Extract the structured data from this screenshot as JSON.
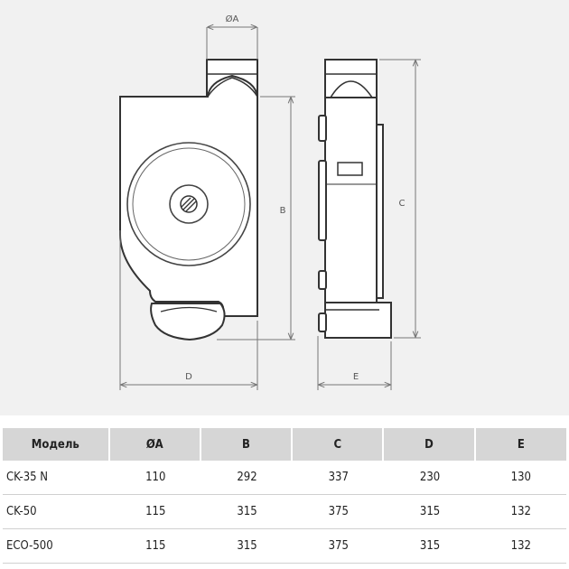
{
  "drawing": {
    "dim_a": "ØA",
    "dim_b": "B",
    "dim_c": "C",
    "dim_d": "D",
    "dim_e": "E"
  },
  "table": {
    "headers": [
      "Модель",
      "ØA",
      "B",
      "C",
      "D",
      "E"
    ],
    "rows": [
      [
        "CK-35 N",
        "110",
        "292",
        "337",
        "230",
        "130"
      ],
      [
        "CK-50",
        "115",
        "315",
        "375",
        "315",
        "132"
      ],
      [
        "ECO-500",
        "115",
        "315",
        "375",
        "315",
        "132"
      ]
    ]
  }
}
